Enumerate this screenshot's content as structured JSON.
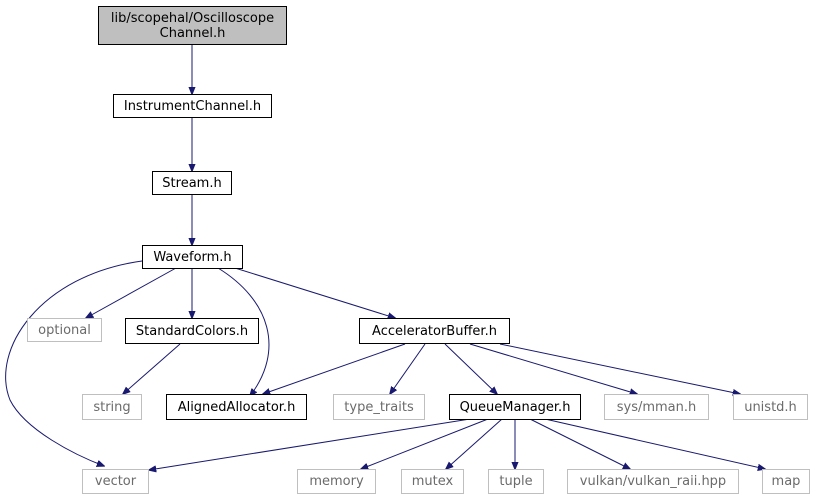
{
  "colors": {
    "edge": "#191970",
    "root_fill": "#bfbfbf",
    "external_border": "#bfbfbf",
    "node_border": "#000000"
  },
  "nodes": {
    "oscilloscope_channel": {
      "label": "lib/scopehal/Oscilloscope\nChannel.h"
    },
    "instrument_channel": {
      "label": "InstrumentChannel.h"
    },
    "stream": {
      "label": "Stream.h"
    },
    "waveform": {
      "label": "Waveform.h"
    },
    "optional": {
      "label": "optional"
    },
    "standard_colors": {
      "label": "StandardColors.h"
    },
    "accelerator_buffer": {
      "label": "AcceleratorBuffer.h"
    },
    "string": {
      "label": "string"
    },
    "aligned_allocator": {
      "label": "AlignedAllocator.h"
    },
    "type_traits": {
      "label": "type_traits"
    },
    "queue_manager": {
      "label": "QueueManager.h"
    },
    "sys_mman": {
      "label": "sys/mman.h"
    },
    "unistd": {
      "label": "unistd.h"
    },
    "vector": {
      "label": "vector"
    },
    "memory": {
      "label": "memory"
    },
    "mutex": {
      "label": "mutex"
    },
    "tuple": {
      "label": "tuple"
    },
    "vulkan_raii": {
      "label": "vulkan/vulkan_raii.hpp"
    },
    "map": {
      "label": "map"
    }
  }
}
